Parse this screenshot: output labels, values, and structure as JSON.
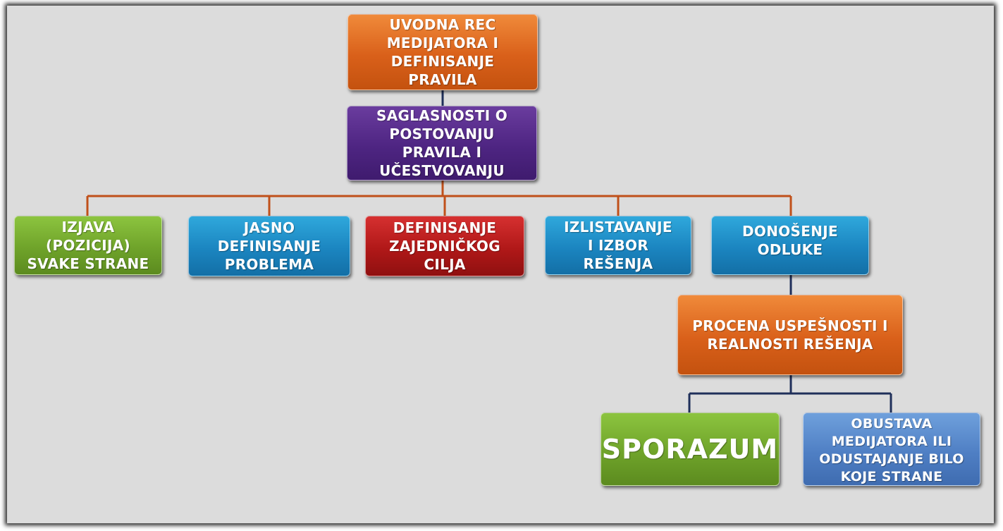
{
  "nodes": {
    "intro": "UVODNA REC\nMEDIJATORA I\nDEFINISANJE\nPRAVILA",
    "agreement_rules": "SAGLASNOSTI  O\nPOSTOVANJU\nPRAVILA I\nUČESTVOVANJU",
    "statement": "IZJAVA\n(POZICIJA)\nSVAKE STRANE",
    "define_problem": "JASNO\nDEFINISANJE\nPROBLEMA",
    "common_goal": "DEFINISANJE\nZAJEDNIČKOG\nCILJA",
    "list_solutions": "IZLISTAVANJE\nI IZBOR\nREŠENJA",
    "decision": "DONOŠENJE\nODLUKE",
    "assessment": "PROCENA USPEŠNOSTI I\nREALNOSTI REŠENJA",
    "agreement": "SPORAZUM",
    "suspension": "OBUSTAVA\nMEDIJATORA ILI\nODUSTAJANJE BILO\nKOJE STRANE"
  },
  "colors": {
    "orange": "#d9601a",
    "purple": "#4e2582",
    "green": "#6fa32a",
    "blue": "#1b85c0",
    "red": "#b01818",
    "light_blue": "#4f7fc4",
    "connector_orange": "#c0501a",
    "connector_navy": "#1f2f5a"
  }
}
